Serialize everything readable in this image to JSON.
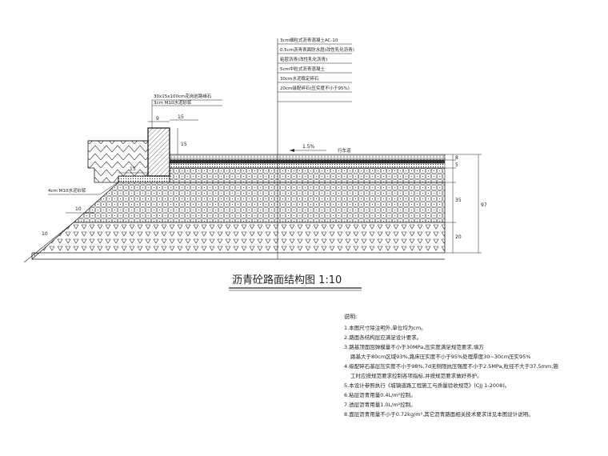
{
  "drawing": {
    "title": "沥青砼路面结构图 1:10",
    "layers": [
      "3cm细粒式沥青混凝土AC-10",
      "0.5cm沥青表面防水层(改性乳化沥青)",
      "粘层沥青(改性乳化沥青)",
      "5cm中粒式沥青混凝土",
      "30cm水泥稳定碎石",
      "20cm级配碎石(压实度不小于95%)"
    ],
    "curb_labels": [
      "30x15x100cm花岗岩路缘石",
      "3cm M10水泥砂浆"
    ],
    "slope_label": "1.5%",
    "road_label": "行车道",
    "left_label": "4cm M10水泥砂浆",
    "dims": {
      "curb_top": "9",
      "curb_height": "15",
      "curb_base": "15",
      "slope_offset": "10",
      "layer_a": "8",
      "layer_b": "5",
      "layer_c": "35",
      "layer_d": "20",
      "total": "97",
      "shoulder": "10"
    }
  },
  "notes": {
    "title": "说明:",
    "items": [
      "1.本图尺寸除注明外,单位均为cm。",
      "2.路面各结构层应满足设计要求。",
      "3.路基顶面回弹模量不小于30MPa,压实度满足规范要求,填方",
      "路基大于80cm区域93%,路床压实度不小于95%处理厚度30~30cm压实95%",
      "4.级配碎石基层压实度不小于98%,7d无侧限抗压强度不小于2.5MPa,粒径不大于37.5mm;施",
      "工时应按规范要求控制各项指标,并按规范要求做好养护。",
      "5.本设计参照执行《城镇道路工程施工与质量验收规范》(CJJ 1-2008)。",
      "6.粘层沥青用量0.4L/m²控制。",
      "7.透层沥青用量1.0L/m²控制。",
      "8.面层沥青用量不小于0.72kg/m²,其它沥青路面相关技术要求详见本图设计说明。"
    ]
  }
}
